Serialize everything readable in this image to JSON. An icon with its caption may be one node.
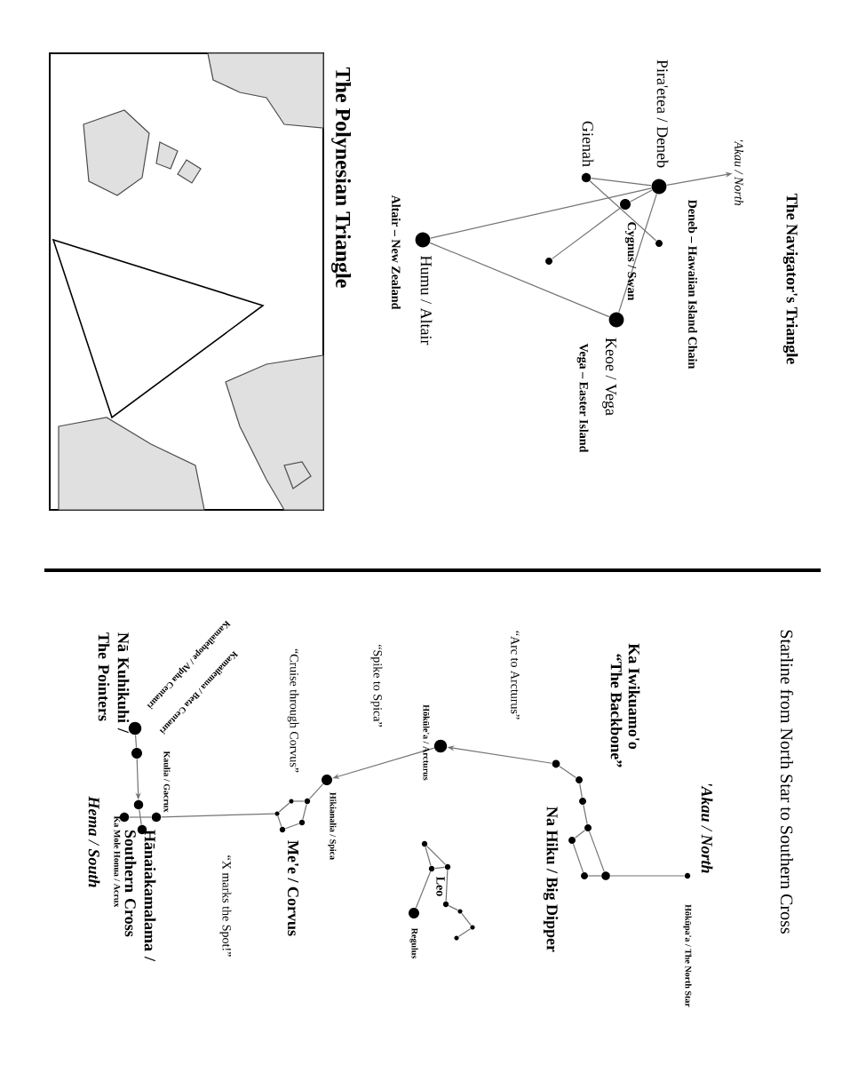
{
  "diagram": {
    "nodes": [
      {
        "text": [],
        "shape": "circle",
        "beside": [
          "Pira'etea / Deneb",
          "Deneb – Hawaiian Island Chain"
        ]
      },
      {
        "text": [],
        "shape": "circle",
        "beside": [
          "Gienah"
        ]
      },
      {
        "text": [],
        "shape": "circle"
      },
      {
        "text": [],
        "shape": "circle"
      },
      {
        "text": [],
        "shape": "circle"
      },
      {
        "text": [],
        "shape": "circle",
        "beside": [
          "Humu / Altair",
          "Altair – New Zealand"
        ]
      },
      {
        "text": [],
        "shape": "circle",
        "beside": [
          "Keoe / Vega",
          "Vega – Easter Island"
        ]
      },
      {
        "text": [],
        "shape": "circle",
        "beside": [
          "Hōkūpa'a / The North Star"
        ]
      },
      {
        "text": [],
        "shape": "circle"
      },
      {
        "text": [],
        "shape": "circle"
      },
      {
        "text": [],
        "shape": "circle"
      },
      {
        "text": [],
        "shape": "circle"
      },
      {
        "text": [],
        "shape": "circle"
      },
      {
        "text": [],
        "shape": "circle"
      },
      {
        "text": [],
        "shape": "circle"
      },
      {
        "text": [],
        "shape": "circle",
        "beside": [
          "Hōkūle'a / Arcturus"
        ]
      },
      {
        "text": [],
        "shape": "circle"
      },
      {
        "text": [],
        "shape": "circle"
      },
      {
        "text": [],
        "shape": "circle"
      },
      {
        "text": [],
        "shape": "circle"
      },
      {
        "text": [],
        "shape": "circle"
      },
      {
        "text": [],
        "shape": "circle"
      },
      {
        "text": [],
        "shape": "circle"
      },
      {
        "text": [],
        "shape": "circle",
        "beside": [
          "Regulus"
        ]
      },
      {
        "text": [],
        "shape": "circle",
        "beside": [
          "Hikianalia / Spica"
        ]
      },
      {
        "text": [],
        "shape": "circle"
      },
      {
        "text": [],
        "shape": "circle"
      },
      {
        "text": [],
        "shape": "circle"
      },
      {
        "text": [],
        "shape": "circle"
      },
      {
        "text": [],
        "shape": "circle"
      },
      {
        "text": [],
        "shape": "circle",
        "beside": [
          "Kaulia / Gacrux"
        ]
      },
      {
        "text": [],
        "shape": "circle"
      },
      {
        "text": [],
        "shape": "circle"
      },
      {
        "text": [],
        "shape": "circle",
        "beside": [
          "Ka Mole Honua / Acrux"
        ]
      },
      {
        "text": [],
        "shape": "circle",
        "beside": [
          "Kamailehope / Alpha Centauri"
        ]
      },
      {
        "text": [],
        "shape": "circle",
        "beside": [
          "Kamailemua / Beta Centauri"
        ]
      },
      {
        "text": [
          "'Akau / North"
        ]
      }
    ],
    "edges": [
      {
        "from": 0,
        "to": 36,
        "arrow": "to"
      },
      {
        "from": 0,
        "to": 1,
        "arrow": "none"
      },
      {
        "from": 1,
        "to": 3,
        "arrow": "none"
      },
      {
        "from": 0,
        "to": 2,
        "arrow": "none"
      },
      {
        "from": 2,
        "to": 4,
        "arrow": "none"
      },
      {
        "from": 0,
        "to": 5,
        "arrow": "none"
      },
      {
        "from": 5,
        "to": 6,
        "arrow": "none"
      },
      {
        "from": 6,
        "to": 0,
        "arrow": "none"
      },
      {
        "from": 7,
        "to": 8,
        "arrow": "none"
      },
      {
        "from": 8,
        "to": 9,
        "arrow": "none"
      },
      {
        "from": 9,
        "to": 10,
        "arrow": "none"
      },
      {
        "from": 10,
        "to": 11,
        "arrow": "none"
      },
      {
        "from": 11,
        "to": 8,
        "arrow": "none"
      },
      {
        "from": 11,
        "to": 12,
        "arrow": "none"
      },
      {
        "from": 12,
        "to": 13,
        "arrow": "none"
      },
      {
        "from": 13,
        "to": 14,
        "arrow": "none"
      },
      {
        "from": 14,
        "to": 15,
        "arrow": "to"
      },
      {
        "from": 16,
        "to": 17,
        "arrow": "none"
      },
      {
        "from": 16,
        "to": 18,
        "arrow": "none"
      },
      {
        "from": 18,
        "to": 17,
        "arrow": "none"
      },
      {
        "from": 18,
        "to": 23,
        "arrow": "none"
      },
      {
        "from": 17,
        "to": 19,
        "arrow": "none"
      },
      {
        "from": 19,
        "to": 20,
        "arrow": "none"
      },
      {
        "from": 20,
        "to": 21,
        "arrow": "none"
      },
      {
        "from": 21,
        "to": 22,
        "arrow": "none"
      },
      {
        "from": 15,
        "to": 24,
        "arrow": "to"
      },
      {
        "from": 24,
        "to": 25,
        "arrow": "none"
      },
      {
        "from": 25,
        "to": 26,
        "arrow": "none"
      },
      {
        "from": 26,
        "to": 27,
        "arrow": "none"
      },
      {
        "from": 27,
        "to": 29,
        "arrow": "none"
      },
      {
        "from": 29,
        "to": 28,
        "arrow": "none"
      },
      {
        "from": 28,
        "to": 25,
        "arrow": "none"
      },
      {
        "from": 27,
        "to": 30,
        "arrow": "none"
      },
      {
        "from": 30,
        "to": 33,
        "arrow": "none"
      },
      {
        "from": 31,
        "to": 32,
        "arrow": "none"
      },
      {
        "from": 34,
        "to": 35,
        "arrow": "none"
      },
      {
        "from": 35,
        "to": 31,
        "arrow": "to"
      }
    ],
    "labels": [
      "The Navigator's Triangle",
      "Cygnus / Swan",
      "The Polynesian Triangle",
      "Starline from North Star to Southern Cross",
      "'Akau / North",
      "Ka Iwikuamo'o",
      "“The Backbone”",
      "Na Hiku / Big Dipper",
      "“Arc to Arcturus”",
      "Leo",
      "“Spike to Spica”",
      "“Cruise through Corvus”",
      "Me'e / Corvus",
      "“X marks the Spot!”",
      "Nā Kuhikuhi / The Pointers",
      "Hānaiakamalama / Southern Cross",
      "Hema / South"
    ]
  }
}
